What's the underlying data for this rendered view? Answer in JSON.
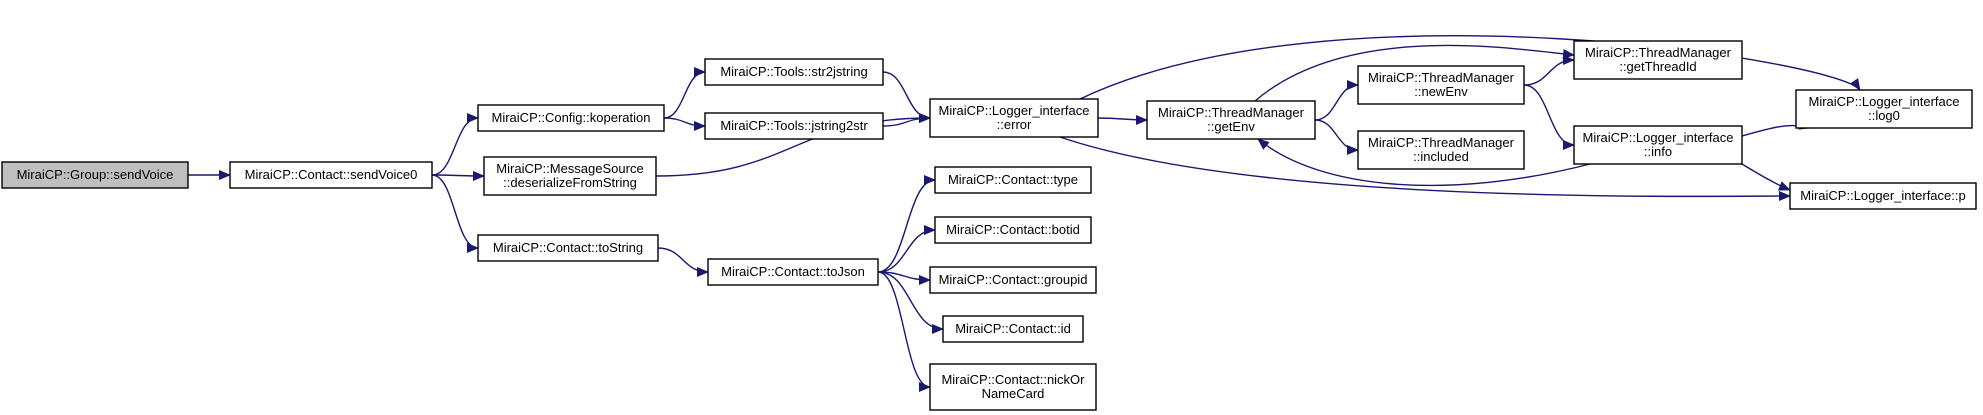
{
  "diagram": {
    "title": "",
    "nodes": [
      {
        "id": "group_sendVoice",
        "lines": [
          "MiraiCP::Group::sendVoice"
        ],
        "root": true
      },
      {
        "id": "contact_sendVoice0",
        "lines": [
          "MiraiCP::Contact::sendVoice0"
        ]
      },
      {
        "id": "config_koperation",
        "lines": [
          "MiraiCP::Config::koperation"
        ]
      },
      {
        "id": "msgsrc_deserialize",
        "lines": [
          "MiraiCP::MessageSource",
          "::deserializeFromString"
        ]
      },
      {
        "id": "contact_toString",
        "lines": [
          "MiraiCP::Contact::toString"
        ]
      },
      {
        "id": "tools_str2jstring",
        "lines": [
          "MiraiCP::Tools::str2jstring"
        ]
      },
      {
        "id": "tools_jstring2str",
        "lines": [
          "MiraiCP::Tools::jstring2str"
        ]
      },
      {
        "id": "contact_toJson",
        "lines": [
          "MiraiCP::Contact::toJson"
        ]
      },
      {
        "id": "logger_error",
        "lines": [
          "MiraiCP::Logger_interface",
          "::error"
        ]
      },
      {
        "id": "contact_type",
        "lines": [
          "MiraiCP::Contact::type"
        ]
      },
      {
        "id": "contact_botid",
        "lines": [
          "MiraiCP::Contact::botid"
        ]
      },
      {
        "id": "contact_groupid",
        "lines": [
          "MiraiCP::Contact::groupid"
        ]
      },
      {
        "id": "contact_id",
        "lines": [
          "MiraiCP::Contact::id"
        ]
      },
      {
        "id": "contact_nickOrNameCard",
        "lines": [
          "MiraiCP::Contact::nickOr",
          "NameCard"
        ]
      },
      {
        "id": "tm_getEnv",
        "lines": [
          "MiraiCP::ThreadManager",
          "::getEnv"
        ]
      },
      {
        "id": "tm_newEnv",
        "lines": [
          "MiraiCP::ThreadManager",
          "::newEnv"
        ]
      },
      {
        "id": "tm_included",
        "lines": [
          "MiraiCP::ThreadManager",
          "::included"
        ]
      },
      {
        "id": "tm_getThreadId",
        "lines": [
          "MiraiCP::ThreadManager",
          "::getThreadId"
        ]
      },
      {
        "id": "logger_info",
        "lines": [
          "MiraiCP::Logger_interface",
          "::info"
        ]
      },
      {
        "id": "logger_log0",
        "lines": [
          "MiraiCP::Logger_interface",
          "::log0"
        ]
      },
      {
        "id": "logger_p",
        "lines": [
          "MiraiCP::Logger_interface::p"
        ]
      }
    ],
    "edges": [
      {
        "from": "group_sendVoice",
        "to": "contact_sendVoice0"
      },
      {
        "from": "contact_sendVoice0",
        "to": "config_koperation"
      },
      {
        "from": "contact_sendVoice0",
        "to": "msgsrc_deserialize"
      },
      {
        "from": "contact_sendVoice0",
        "to": "contact_toString"
      },
      {
        "from": "config_koperation",
        "to": "tools_str2jstring"
      },
      {
        "from": "config_koperation",
        "to": "tools_jstring2str"
      },
      {
        "from": "tools_str2jstring",
        "to": "logger_error"
      },
      {
        "from": "tools_jstring2str",
        "to": "logger_error"
      },
      {
        "from": "msgsrc_deserialize",
        "to": "logger_error"
      },
      {
        "from": "contact_toString",
        "to": "contact_toJson"
      },
      {
        "from": "contact_toJson",
        "to": "contact_type"
      },
      {
        "from": "contact_toJson",
        "to": "contact_botid"
      },
      {
        "from": "contact_toJson",
        "to": "contact_groupid"
      },
      {
        "from": "contact_toJson",
        "to": "contact_id"
      },
      {
        "from": "contact_toJson",
        "to": "contact_nickOrNameCard"
      },
      {
        "from": "logger_error",
        "to": "tm_getEnv"
      },
      {
        "from": "logger_error",
        "to": "logger_log0"
      },
      {
        "from": "logger_error",
        "to": "logger_p"
      },
      {
        "from": "tm_getEnv",
        "to": "tm_getThreadId"
      },
      {
        "from": "tm_getEnv",
        "to": "tm_newEnv"
      },
      {
        "from": "tm_getEnv",
        "to": "tm_included"
      },
      {
        "from": "tm_newEnv",
        "to": "tm_getThreadId"
      },
      {
        "from": "tm_newEnv",
        "to": "logger_info"
      },
      {
        "from": "logger_info",
        "to": "tm_getEnv"
      },
      {
        "from": "logger_info",
        "to": "logger_log0"
      },
      {
        "from": "logger_info",
        "to": "logger_p"
      }
    ]
  }
}
